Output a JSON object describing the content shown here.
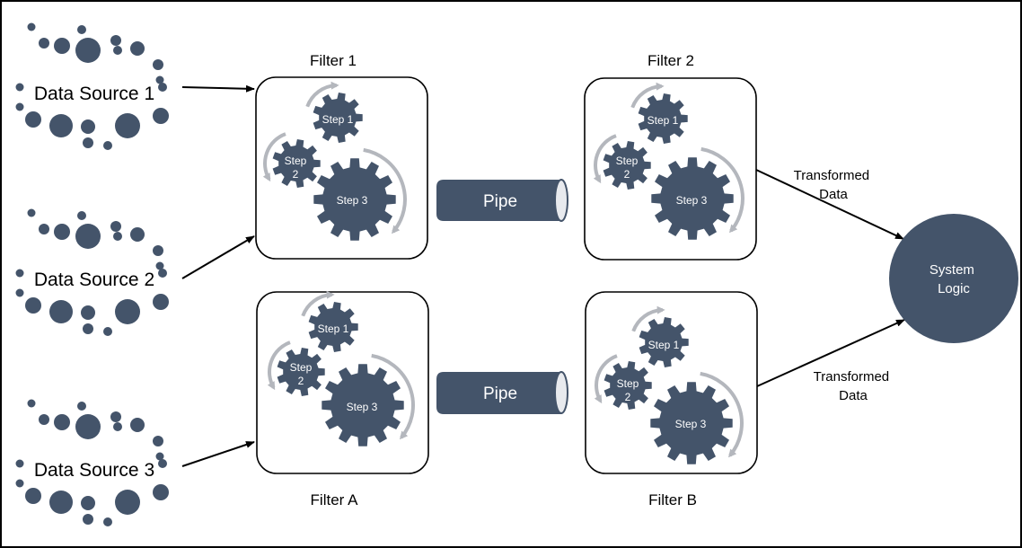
{
  "diagram": {
    "sources": [
      {
        "label": "Data Source 1"
      },
      {
        "label": "Data Source 2"
      },
      {
        "label": "Data Source 3"
      }
    ],
    "filters": [
      {
        "title": "Filter 1",
        "steps": [
          "Step 1",
          "Step 2",
          "Step 3"
        ]
      },
      {
        "title": "Filter 2",
        "steps": [
          "Step 1",
          "Step 2",
          "Step 3"
        ]
      },
      {
        "title": "Filter A",
        "steps": [
          "Step 1",
          "Step 2",
          "Step 3"
        ]
      },
      {
        "title": "Filter B",
        "steps": [
          "Step 1",
          "Step 2",
          "Step 3"
        ]
      }
    ],
    "pipes": [
      {
        "label": "Pipe"
      },
      {
        "label": "Pipe"
      }
    ],
    "outputs": [
      {
        "line1": "Transformed",
        "line2": "Data"
      },
      {
        "line1": "Transformed",
        "line2": "Data"
      }
    ],
    "sink": {
      "line1": "System",
      "line2": "Logic"
    },
    "colors": {
      "node": "#44546a",
      "arrow_gray": "#b4b7bd",
      "stroke": "#000000",
      "background": "#ffffff"
    }
  }
}
